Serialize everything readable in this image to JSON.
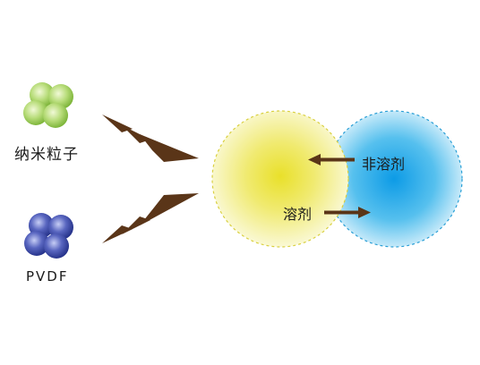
{
  "diagram": {
    "labels": {
      "nanoparticles": "纳米粒子",
      "pvdf": "PVDF",
      "non_solvent": "非溶剂",
      "solvent": "溶剂"
    },
    "colors": {
      "nanoparticle_green": "#a8d36a",
      "pvdf_blue": "#3f4da8",
      "solvent_yellow": "#ece63a",
      "non_solvent_blue": "#1aa6e6",
      "arrow_brown": "#5a3518"
    }
  }
}
